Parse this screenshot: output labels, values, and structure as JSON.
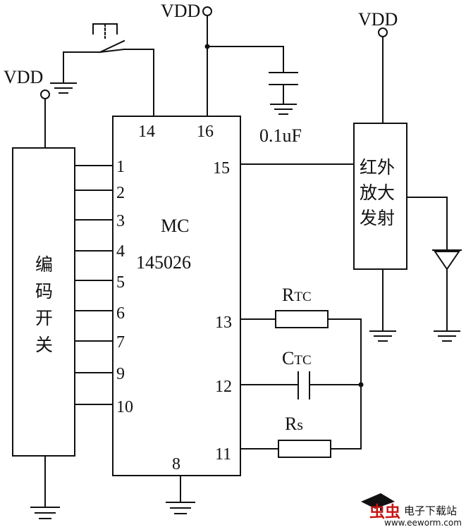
{
  "supply": {
    "vdd_left": "VDD",
    "vdd_top": "VDD",
    "vdd_right": "VDD"
  },
  "encoder": {
    "label_chars": [
      "编",
      "码",
      "开",
      "关"
    ]
  },
  "ic": {
    "name_line1": "MC",
    "name_line2": "145026",
    "pins_left": [
      "1",
      "2",
      "3",
      "4",
      "5",
      "6",
      "7",
      "9",
      "10"
    ],
    "pin_14": "14",
    "pin_16": "16",
    "pin_15": "15",
    "pin_13": "13",
    "pin_12": "12",
    "pin_11": "11",
    "pin_8": "8"
  },
  "components": {
    "capacitor_value": "0.1uF",
    "rtc_main": "R",
    "rtc_sub": "TC",
    "ctc_main": "C",
    "ctc_sub": "TC",
    "rs_main": "R",
    "rs_sub": "s"
  },
  "ir_amp": {
    "label_lines": [
      "红外",
      "放大",
      "发射"
    ]
  },
  "watermark": {
    "logo_text": "虫虫",
    "site_name": "电子下载站",
    "url": "www.eeworm.com"
  }
}
